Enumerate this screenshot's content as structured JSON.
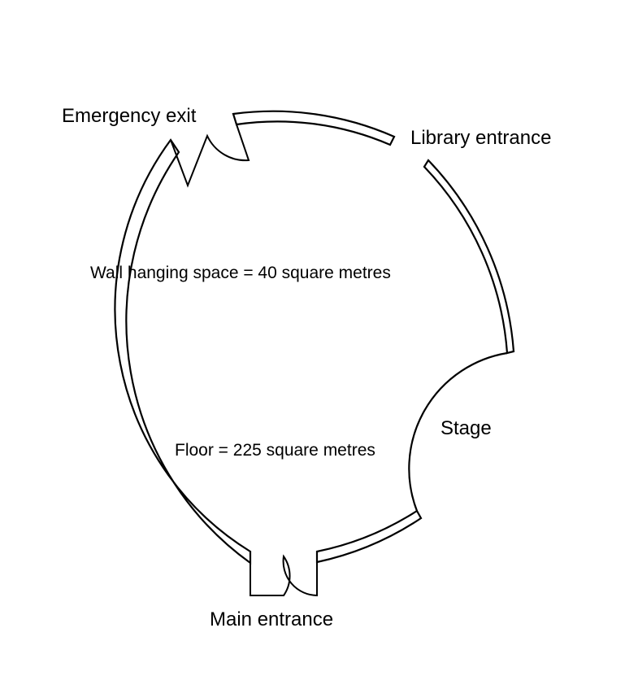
{
  "labels": {
    "emergency_exit": "Emergency exit",
    "library_entrance": "Library entrance",
    "stage": "Stage",
    "main_entrance": "Main entrance",
    "wall_space": "Wall hanging space = 40 square metres",
    "floor": "Floor = 225 square metres"
  },
  "colors": {
    "stroke": "#000000",
    "background": "#ffffff"
  }
}
